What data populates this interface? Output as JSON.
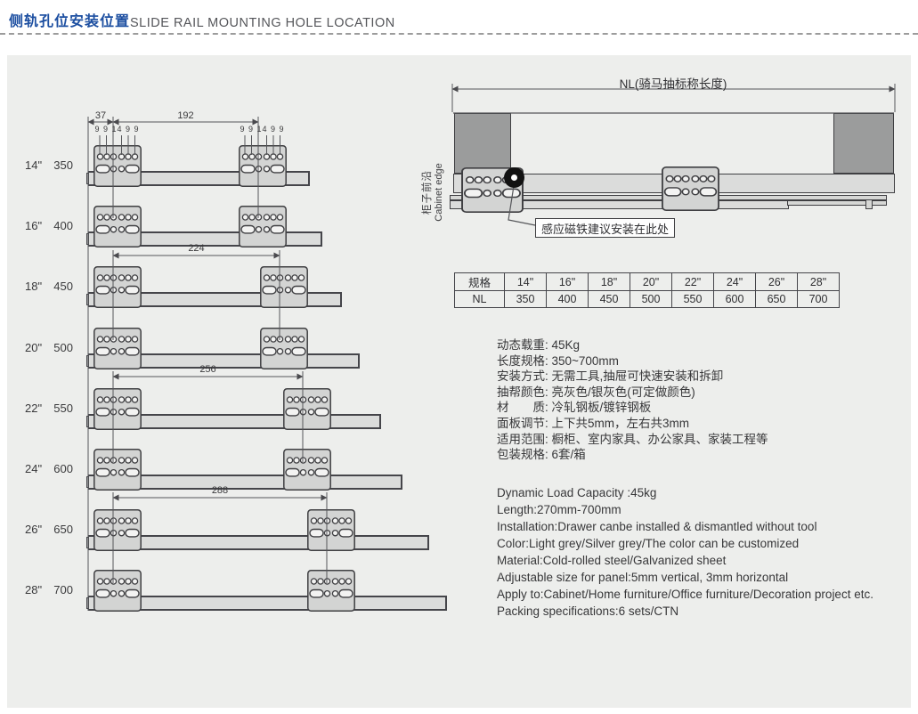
{
  "page": {
    "title_zh": "侧轨孔位安装位置",
    "title_en": "SLIDE RAIL MOUNTING HOLE LOCATION"
  },
  "colors": {
    "accent_blue": "#1d4fa1",
    "panel_bg": "#edeeec",
    "line_dark": "#3f3f42",
    "block_gray": "#9b9c9c",
    "plate_fill": "#d3d4d3",
    "rail_fill": "#dbdcdb"
  },
  "top_diagram": {
    "nl_label": "NL(骑马抽标称长度)",
    "cabinet_edge_zh": "柜子前沿",
    "cabinet_edge_en": "Cabinet edge",
    "magnet_note": "感应磁铁建议安装在此处"
  },
  "hole_diagram": {
    "dims": {
      "front_offset": "37",
      "span_14": "192",
      "span_18": "224",
      "span_22": "256",
      "span_26": "288",
      "hole_spacing": "9 9 14 9 9"
    },
    "rows": [
      {
        "inch": "14\"",
        "mm": "350"
      },
      {
        "inch": "16\"",
        "mm": "400"
      },
      {
        "inch": "18\"",
        "mm": "450"
      },
      {
        "inch": "20\"",
        "mm": "500"
      },
      {
        "inch": "22\"",
        "mm": "550"
      },
      {
        "inch": "24\"",
        "mm": "600"
      },
      {
        "inch": "26\"",
        "mm": "650"
      },
      {
        "inch": "28\"",
        "mm": "700"
      }
    ]
  },
  "size_table": {
    "rows": [
      [
        "规格",
        "14\"",
        "16\"",
        "18\"",
        "20\"",
        "22\"",
        "24\"",
        "26\"",
        "28\""
      ],
      [
        "NL",
        "350",
        "400",
        "450",
        "500",
        "550",
        "600",
        "650",
        "700"
      ]
    ]
  },
  "specs_cn": {
    "lines": [
      "动态载重: 45Kg",
      "长度规格: 350~700mm",
      "安装方式: 无需工具,抽屉可快速安装和拆卸",
      "抽帮颜色: 亮灰色/银灰色(可定做颜色)",
      "材　　质: 冷轧钢板/镀锌钢板",
      "面板调节: 上下共5mm，左右共3mm",
      "适用范围: 橱柜、室内家具、办公家具、家装工程等",
      "包装规格: 6套/箱"
    ]
  },
  "specs_en": {
    "lines": [
      "Dynamic Load Capacity :45kg",
      "Length:270mm-700mm",
      "Installation:Drawer canbe installed & dismantled without tool",
      "Color:Light grey/Silver grey/The color can be customized",
      "Material:Cold-rolled steel/Galvanized sheet",
      "Adjustable size for panel:5mm vertical, 3mm horizontal",
      "Apply to:Cabinet/Home furniture/Office furniture/Decoration project etc.",
      "Packing specifications:6 sets/CTN"
    ]
  }
}
